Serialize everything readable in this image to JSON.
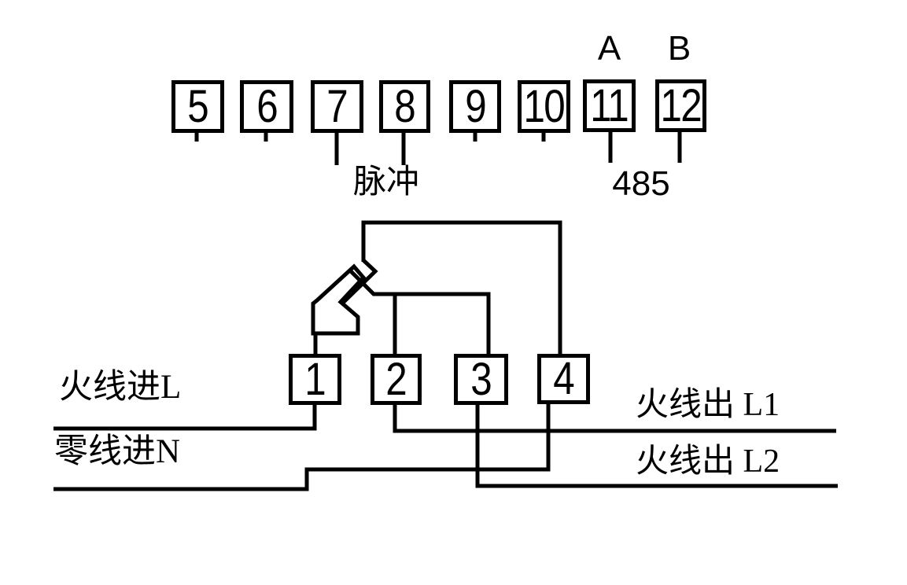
{
  "colors": {
    "background": "#ffffff",
    "ink": "#000000"
  },
  "top_strip": {
    "boxes": [
      "5",
      "6",
      "7",
      "8",
      "9",
      "10",
      "11",
      "12"
    ],
    "port_a": "A",
    "port_b": "B",
    "pulse": "脉冲",
    "bus485": "485"
  },
  "meter": {
    "boxes": [
      "1",
      "2",
      "3",
      "4"
    ]
  },
  "labels": {
    "live_in": "火线进L",
    "neutral_in": "零线进N",
    "live_out_1": "火线出 L1",
    "live_out_2": "火线出 L2"
  }
}
